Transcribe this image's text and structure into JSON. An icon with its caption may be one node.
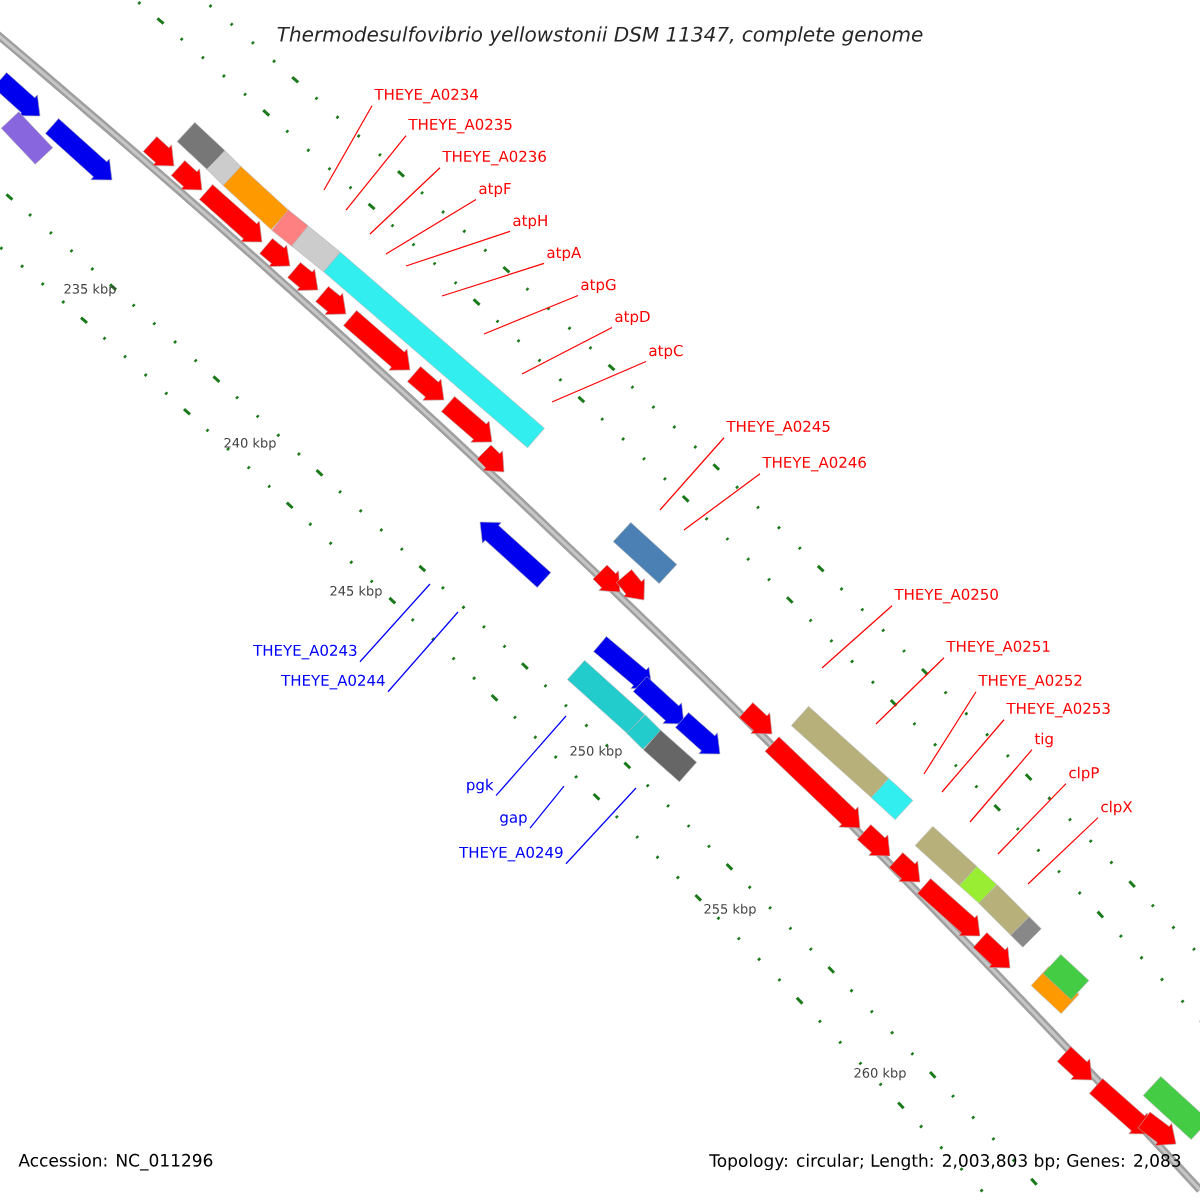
{
  "diagram": {
    "title": "Thermodesulfovibrio yellowstonii DSM 11347, complete genome",
    "nodes": [
      {
        "text": [
          "THEYE_A0234"
        ]
      },
      {
        "text": [
          "THEYE_A0235"
        ]
      },
      {
        "text": [
          "THEYE_A0236"
        ]
      },
      {
        "text": [
          "atpF"
        ]
      },
      {
        "text": [
          "atpH"
        ]
      },
      {
        "text": [
          "atpA"
        ]
      },
      {
        "text": [
          "atpG"
        ]
      },
      {
        "text": [
          "atpD"
        ]
      },
      {
        "text": [
          "atpC"
        ]
      },
      {
        "text": [
          "THEYE_A0245"
        ]
      },
      {
        "text": [
          "THEYE_A0246"
        ]
      },
      {
        "text": [
          "THEYE_A0243"
        ]
      },
      {
        "text": [
          "THEYE_A0244"
        ]
      },
      {
        "text": [
          "pgk"
        ]
      },
      {
        "text": [
          "gap"
        ]
      },
      {
        "text": [
          "THEYE_A0249"
        ]
      },
      {
        "text": [
          "THEYE_A0250"
        ]
      },
      {
        "text": [
          "THEYE_A0251"
        ]
      },
      {
        "text": [
          "THEYE_A0252"
        ]
      },
      {
        "text": [
          "THEYE_A0253"
        ]
      },
      {
        "text": [
          "tig"
        ]
      },
      {
        "text": [
          "clpP"
        ]
      },
      {
        "text": [
          "clpX"
        ]
      }
    ],
    "edges": [
      {
        "from": 0,
        "to": null,
        "arrow": "none"
      },
      {
        "from": 1,
        "to": null,
        "arrow": "none"
      },
      {
        "from": 2,
        "to": null,
        "arrow": "none"
      },
      {
        "from": 3,
        "to": null,
        "arrow": "none"
      },
      {
        "from": 4,
        "to": null,
        "arrow": "none"
      },
      {
        "from": 5,
        "to": null,
        "arrow": "none"
      },
      {
        "from": 6,
        "to": null,
        "arrow": "none"
      },
      {
        "from": 7,
        "to": null,
        "arrow": "none"
      },
      {
        "from": 8,
        "to": null,
        "arrow": "none"
      },
      {
        "from": 9,
        "to": null,
        "arrow": "none"
      },
      {
        "from": 10,
        "to": null,
        "arrow": "none"
      },
      {
        "from": 11,
        "to": null,
        "arrow": "none",
        "color": "#0000ff"
      },
      {
        "from": 12,
        "to": null,
        "arrow": "none",
        "color": "#0000ff"
      },
      {
        "from": 13,
        "to": null,
        "arrow": "none",
        "color": "#0000ff"
      },
      {
        "from": 14,
        "to": null,
        "arrow": "none",
        "color": "#0000ff"
      },
      {
        "from": 15,
        "to": null,
        "arrow": "none",
        "color": "#0000ff"
      },
      {
        "from": 16,
        "to": null,
        "arrow": "none"
      },
      {
        "from": 17,
        "to": null,
        "arrow": "none"
      },
      {
        "from": 18,
        "to": null,
        "arrow": "none"
      },
      {
        "from": 19,
        "to": null,
        "arrow": "none"
      },
      {
        "from": 20,
        "to": null,
        "arrow": "none"
      },
      {
        "from": 21,
        "to": null,
        "arrow": "none"
      },
      {
        "from": 22,
        "to": null,
        "arrow": "none"
      }
    ],
    "labels": [
      "235 kbp",
      "240 kbp",
      "245 kbp",
      "250 kbp",
      "255 kbp",
      "260 kbp",
      "Accession: NC_011296",
      "Topology: circular; Length: 2,003,803 bp; Genes: 2,083"
    ]
  }
}
